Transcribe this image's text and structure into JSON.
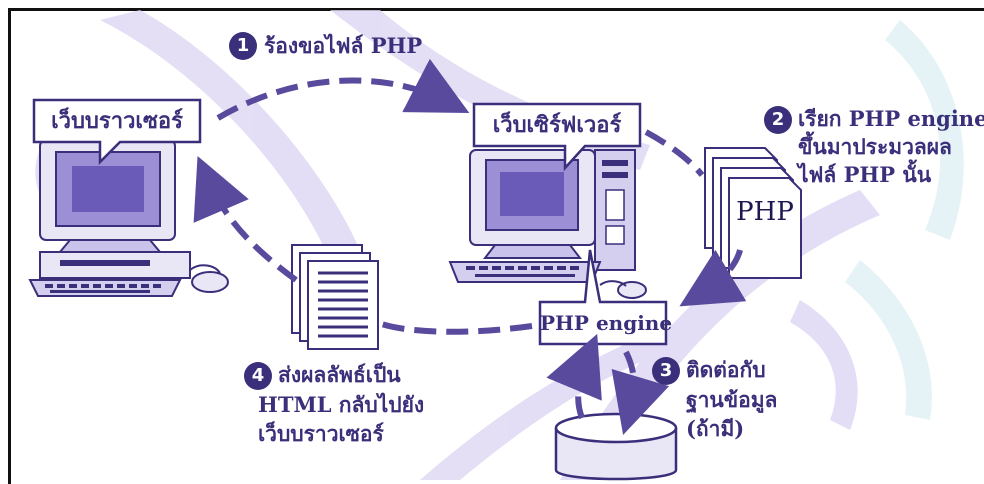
{
  "browser_label": "เว็บบราวเซอร์",
  "server_label": "เว็บเซิร์ฟเวอร์",
  "engine_label": "PHP engine",
  "doc_label": "PHP",
  "steps": [
    {
      "num": "1",
      "lines": [
        "ร้องขอไฟล์ PHP"
      ]
    },
    {
      "num": "2",
      "lines": [
        "เรียก PHP engine",
        "ขึ้นมาประมวลผล",
        "ไฟล์ PHP นั้น"
      ]
    },
    {
      "num": "3",
      "lines": [
        "ติดต่อกับ",
        "ฐานข้อมูล",
        "(ถ้ามี)"
      ]
    },
    {
      "num": "4",
      "lines": [
        "ส่งผลลัพธ์เป็น",
        "HTML กลับไปยัง",
        "เว็บบราวเซอร์"
      ]
    }
  ],
  "colors": {
    "ink": "#3a2f7a",
    "light": "#e9e6f6",
    "mid": "#b9b1e2",
    "dark": "#3a2f7a",
    "swoosh": "#d9d3f1",
    "teal": "#dff3f6"
  }
}
